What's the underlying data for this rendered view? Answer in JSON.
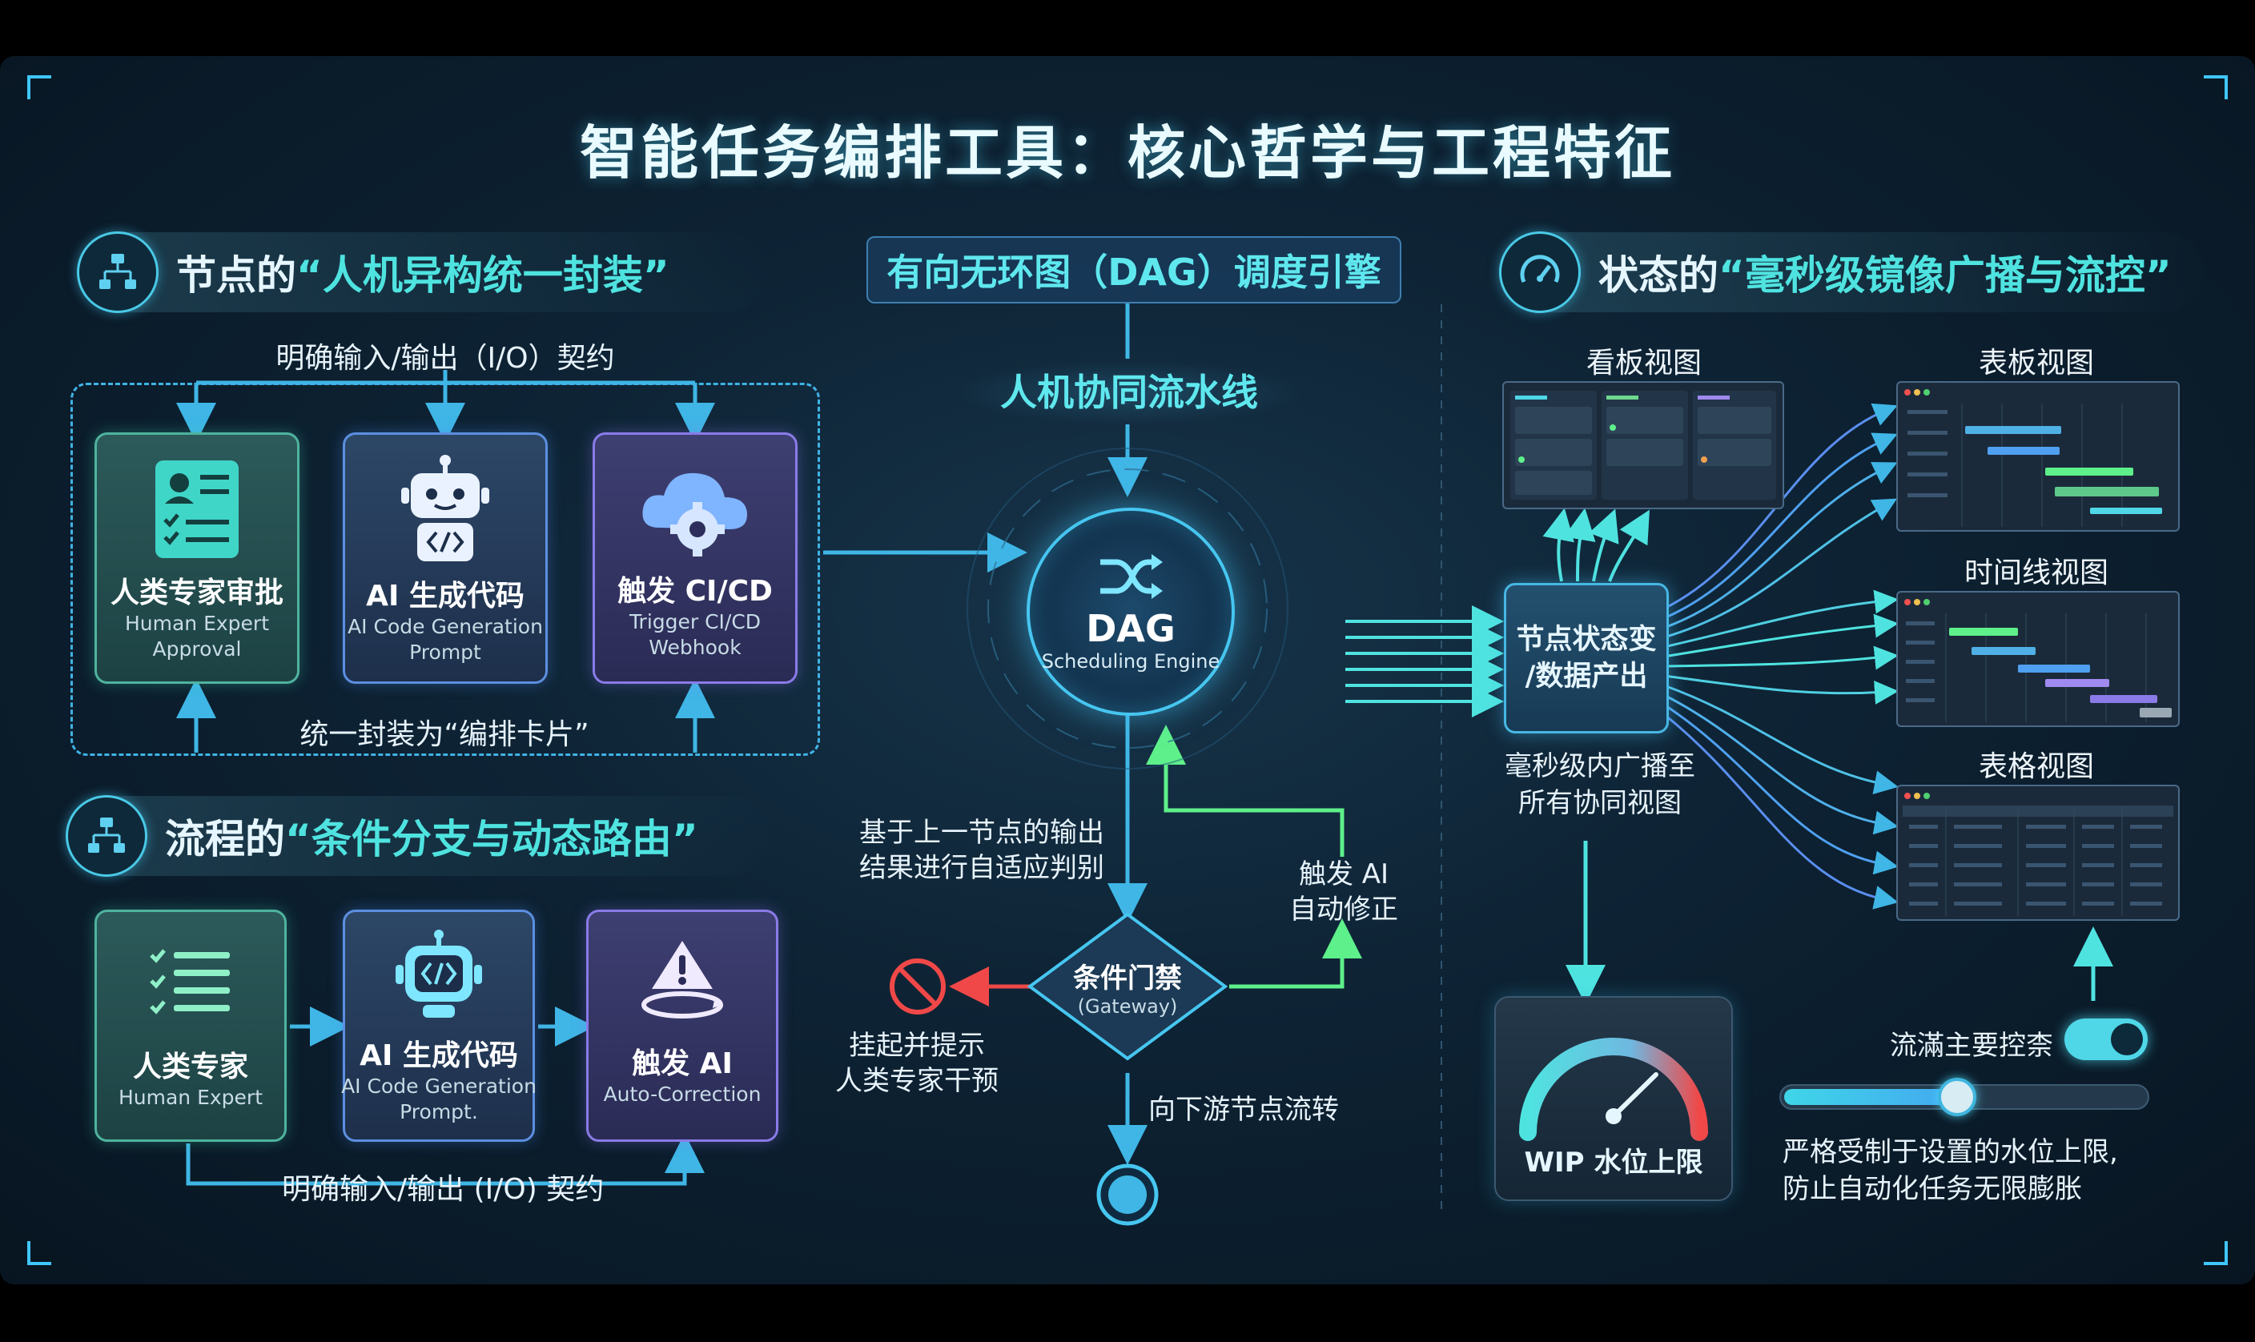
{
  "title": "智能任务编排工具：核心哲学与工程特征",
  "section1": {
    "prefix": "节点的",
    "highlight": "“人机异构统一封装”",
    "io_contract_top": "明确输入/输出（I/O）契约",
    "cards": [
      {
        "title": "人类专家审批",
        "sub1": "Human Expert",
        "sub2": "Approval",
        "icon": "id-card-checklist-icon"
      },
      {
        "title": "AI 生成代码",
        "sub1": "AI Code Generation",
        "sub2": "Prompt",
        "icon": "robot-code-icon"
      },
      {
        "title": "触发 CI/CD",
        "sub1": "Trigger CI/CD",
        "sub2": "Webhook",
        "icon": "cloud-gear-icon"
      }
    ],
    "wrap_label": "统一封装为“编排卡片”"
  },
  "section2": {
    "prefix": "流程的",
    "highlight": "“条件分支与动态路由”",
    "cards": [
      {
        "title": "人类专家",
        "sub1": "Human Expert",
        "sub2": "",
        "icon": "checklist-icon"
      },
      {
        "title": "AI 生成代码",
        "sub1": "AI Code Generation",
        "sub2": "Prompt.",
        "icon": "robot-code-icon"
      },
      {
        "title": "触发 AI",
        "sub1": "Auto-Correction",
        "sub2": "",
        "icon": "warning-cycle-icon"
      }
    ],
    "io_contract_bottom": "明确输入/输出 (I/O) 契约"
  },
  "center": {
    "dag_title": "有向无环图（DAG）调度引擎",
    "pipeline": "人机协同流水线",
    "engine_title": "DAG",
    "engine_sub": "Scheduling Engine",
    "adaptive_line1": "基于上一节点的输出",
    "adaptive_line2": "结果进行自适应判别",
    "gateway_title": "条件门禁",
    "gateway_sub": "(Gateway)",
    "auto_fix_line1": "触发 AI",
    "auto_fix_line2": "自动修正",
    "suspend_line1": "挂起并提示",
    "suspend_line2": "人类专家干预",
    "downstream": "向下游节点流转"
  },
  "section3": {
    "prefix": "状态的",
    "highlight": "“毫秒级镜像广播与流控”",
    "views": {
      "kanban": "看板视图",
      "board": "表板视图",
      "timeline": "时间线视图",
      "table": "表格视图"
    },
    "node_line1": "节点状态变",
    "node_line2": "/数据产出",
    "broadcast_line1": "毫秒级内广播至",
    "broadcast_line2": "所有协同视图",
    "wip_label": "WIP 水位上限",
    "toggle_label": "流滿主要控柰",
    "toggle_on": true,
    "slider_level": 0.48,
    "note_line1": "严格受制于设置的水位上限,",
    "note_line2": "防止自动化任务无限膨胀"
  },
  "colors": {
    "accent": "#4fe3e0",
    "arrow_blue": "#3fb6e6",
    "arrow_green": "#5ef08a",
    "arrow_red": "#f04848"
  }
}
